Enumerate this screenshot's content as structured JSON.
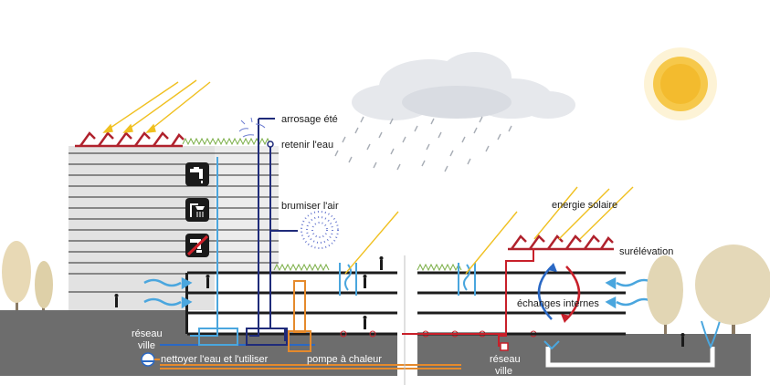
{
  "labels": {
    "arrosage": "arrosage été",
    "retenir": "retenir l'eau",
    "brumiser": "brumiser l'air",
    "reseau_left_1": "réseau",
    "reseau_left_2": "ville",
    "nettoyer": "nettoyer l'eau  et l'utiliser",
    "pompe": "pompe à chaleur",
    "energie": "energie solaire",
    "surelevation": "surélévation",
    "echanges": "échanges internes",
    "reseau_right_1": "réseau",
    "reseau_right_2": "ville"
  },
  "colors": {
    "ground": "#6d6d6d",
    "floor": "#1c1c1c",
    "sun_ray": "#f0c020",
    "panel": "#b0222d",
    "water": "#2a68c4",
    "air_blue": "#4aa6de",
    "heat": "#c8202a",
    "pump": "#e58a2c",
    "grass": "#7db04a",
    "navy": "#1f2b7a",
    "sun": "#f5c33b"
  },
  "icons": [
    "faucet-icon",
    "shower-icon",
    "no-drinking-icon"
  ]
}
